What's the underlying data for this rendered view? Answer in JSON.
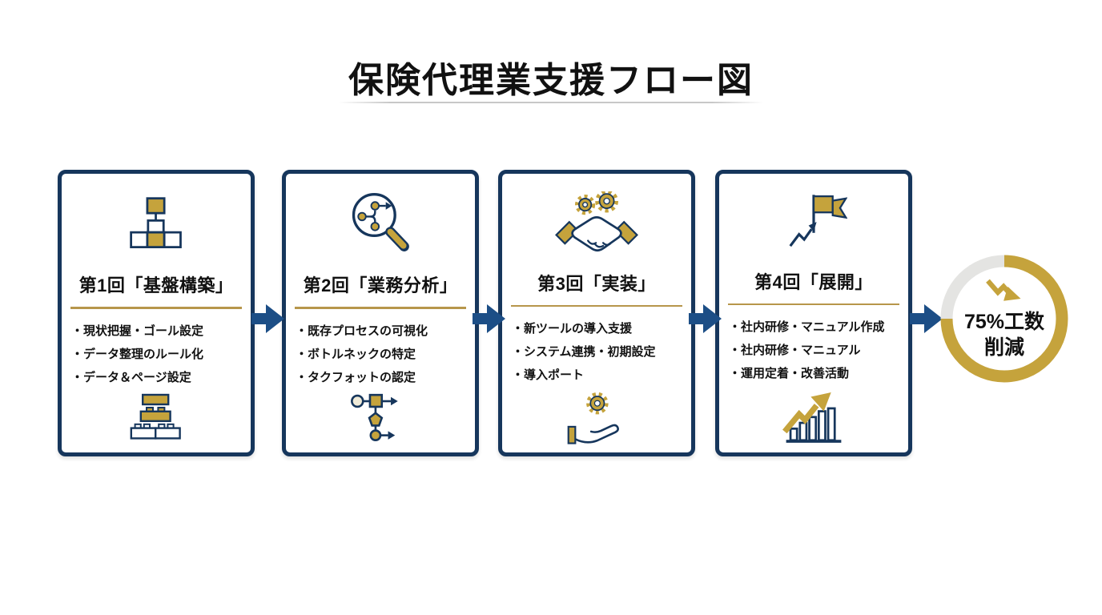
{
  "title": "保険代理業支援フロー図",
  "colors": {
    "navy_border": "#16365C",
    "arrow_navy": "#1C4E86",
    "gold_accent": "#C5A33C",
    "divider_gold": "#B7964B",
    "ring_gray": "#E4E4E2"
  },
  "steps": [
    {
      "title": "第1回「基盤構築」",
      "top_icon": "org-chart-icon",
      "bottom_icon": "building-blocks-icon",
      "bullets": [
        "・現状把握・ゴール設定",
        "・データ整理のルール化",
        "・データ＆ページ設定"
      ]
    },
    {
      "title": "第2回「業務分析」",
      "top_icon": "process-magnifier-icon",
      "bottom_icon": "flowchart-icon",
      "bullets": [
        "・既存プロセスの可視化",
        "・ボトルネックの特定",
        "・タクフォットの認定"
      ]
    },
    {
      "title": "第3回「実装」",
      "top_icon": "handshake-gears-icon",
      "bottom_icon": "hand-gear-icon",
      "bullets": [
        "・新ツールの導入支援",
        "・システム連携・初期設定",
        "・導入ポート"
      ]
    },
    {
      "title": "第4回「展開」",
      "top_icon": "flag-arrow-icon",
      "bottom_icon": "growth-chart-icon",
      "bullets": [
        "・社内研修・マニュアル作成",
        "・社内研修・マニュアル",
        "・運用定着・改善活動"
      ]
    }
  ],
  "result": {
    "line1": "75%工数",
    "line2": "削減",
    "icon": "decline-arrow-icon",
    "ring_percent": 75
  }
}
